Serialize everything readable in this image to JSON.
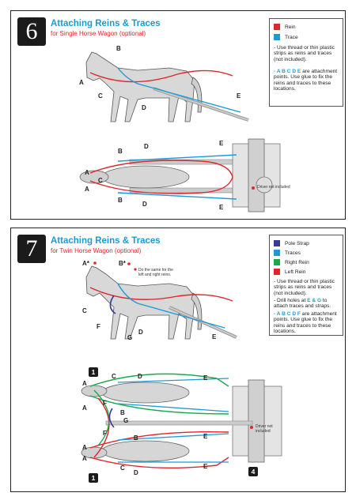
{
  "step6": {
    "number": "6",
    "title": "Attaching Reins & Traces",
    "subtitle": "for Single Horse Wagon (optional)",
    "legend": {
      "items": [
        {
          "label": "Rein",
          "color": "#e0262b"
        },
        {
          "label": "Trace",
          "color": "#1a9bd7"
        }
      ],
      "note1": "- Use thread or thin plastic strips as reins and traces (not included).",
      "note2_highlight": "- A B C D E",
      "note2_rest": " are attachment points.  Use glue to fix the reins and traces to these locations."
    },
    "labels": [
      "A",
      "B",
      "C",
      "D",
      "E"
    ],
    "driver_note": "Driver not included"
  },
  "step7": {
    "number": "7",
    "title": "Attaching Reins & Traces",
    "subtitle": "for Twin Horse Wagon (optional)",
    "legend": {
      "items": [
        {
          "label": "Pole Strap",
          "color": "#3a3a9a"
        },
        {
          "label": "Traces",
          "color": "#1a9bd7"
        },
        {
          "label": "Right Rein",
          "color": "#1aa84a"
        },
        {
          "label": "Left Rein",
          "color": "#e0262b"
        }
      ],
      "note1": "- Use thread or thin plastic strips as reins and traces (not included).",
      "note2_prefix": "- Drill holes at ",
      "note2_highlight": "E & G",
      "note2_rest": " to attach traces and straps.",
      "note3_highlight": "- A B C D F",
      "note3_rest": " are attachment points.  Use glue to fix the reins and traces to these locations."
    },
    "side_note": "Do the same for the left and right reins.",
    "labels": [
      "A*",
      "B*",
      "A",
      "B",
      "C",
      "D",
      "E",
      "F",
      "G"
    ],
    "driver_note": "Driver not included",
    "badges": [
      "1",
      "1",
      "4"
    ]
  }
}
